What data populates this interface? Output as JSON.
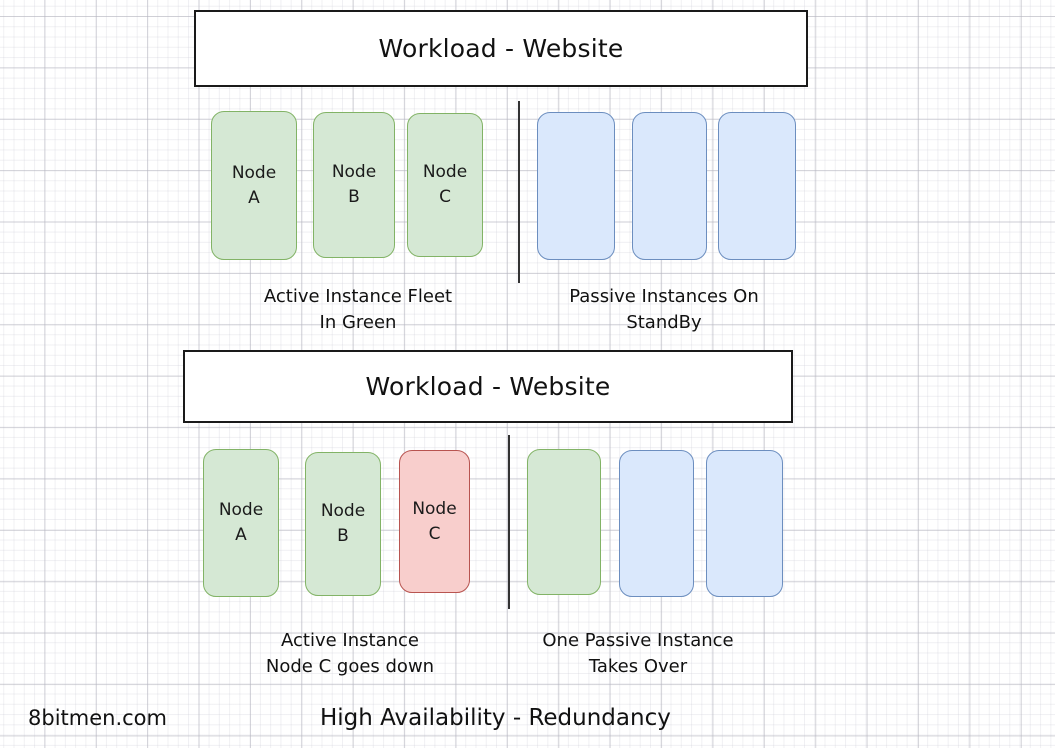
{
  "diagram": {
    "title": "High Availability - Redundancy",
    "watermark": "8bitmen.com",
    "colors": {
      "active_green_fill": "#d5e8d4",
      "active_green_stroke": "#82b366",
      "passive_blue_fill": "#dae8fc",
      "passive_blue_stroke": "#6c8ebf",
      "failed_red_fill": "#f8cecc",
      "failed_red_stroke": "#b85450",
      "workload_stroke": "#1a1a1a",
      "divider_stroke": "#333333",
      "background": "#ffffff"
    }
  },
  "scenario_normal": {
    "workload_label": "Workload - Website",
    "active_nodes": [
      {
        "line1": "Node",
        "line2": "A",
        "state": "green"
      },
      {
        "line1": "Node",
        "line2": "B",
        "state": "green"
      },
      {
        "line1": "Node",
        "line2": "C",
        "state": "green"
      }
    ],
    "passive_nodes": [
      {
        "line1": "",
        "line2": "",
        "state": "blue"
      },
      {
        "line1": "",
        "line2": "",
        "state": "blue"
      },
      {
        "line1": "",
        "line2": "",
        "state": "blue"
      }
    ],
    "active_caption": "Active Instance Fleet\nIn Green",
    "passive_caption": "Passive Instances On\nStandBy"
  },
  "scenario_failover": {
    "workload_label": "Workload - Website",
    "active_nodes": [
      {
        "line1": "Node",
        "line2": "A",
        "state": "green"
      },
      {
        "line1": "Node",
        "line2": "B",
        "state": "green"
      },
      {
        "line1": "Node",
        "line2": "C",
        "state": "red"
      }
    ],
    "passive_nodes": [
      {
        "line1": "",
        "line2": "",
        "state": "green"
      },
      {
        "line1": "",
        "line2": "",
        "state": "blue"
      },
      {
        "line1": "",
        "line2": "",
        "state": "blue"
      }
    ],
    "active_caption": "Active Instance\nNode C goes down",
    "passive_caption": "One Passive Instance\nTakes Over"
  }
}
